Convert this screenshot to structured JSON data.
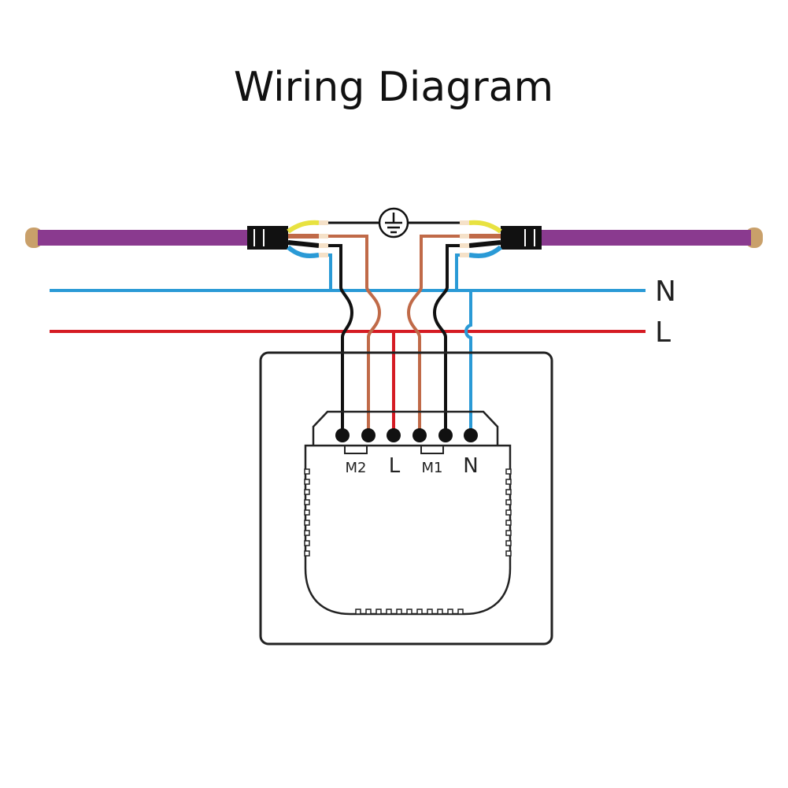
{
  "title": "Wiring Diagram",
  "supply_labels": {
    "neutral": "N",
    "live": "L"
  },
  "terminals": [
    {
      "id": "m2a",
      "label": ""
    },
    {
      "id": "m2b",
      "label": ""
    },
    {
      "id": "l",
      "label": ""
    },
    {
      "id": "m1a",
      "label": ""
    },
    {
      "id": "m1b",
      "label": ""
    },
    {
      "id": "n",
      "label": ""
    }
  ],
  "terminal_labels": {
    "m2": "M2",
    "l": "L",
    "m1": "M1",
    "n": "N"
  },
  "colors": {
    "neutral": "#2a9ad6",
    "live": "#d51b23",
    "cable": "#8a3a8f",
    "cable_end": "#c9a06a",
    "brown": "#c06a48",
    "earth": "#e8e240",
    "black": "#111111",
    "outline": "#222222",
    "strip": "#f5e1c8"
  },
  "icons": [
    "earth-ground-icon"
  ]
}
